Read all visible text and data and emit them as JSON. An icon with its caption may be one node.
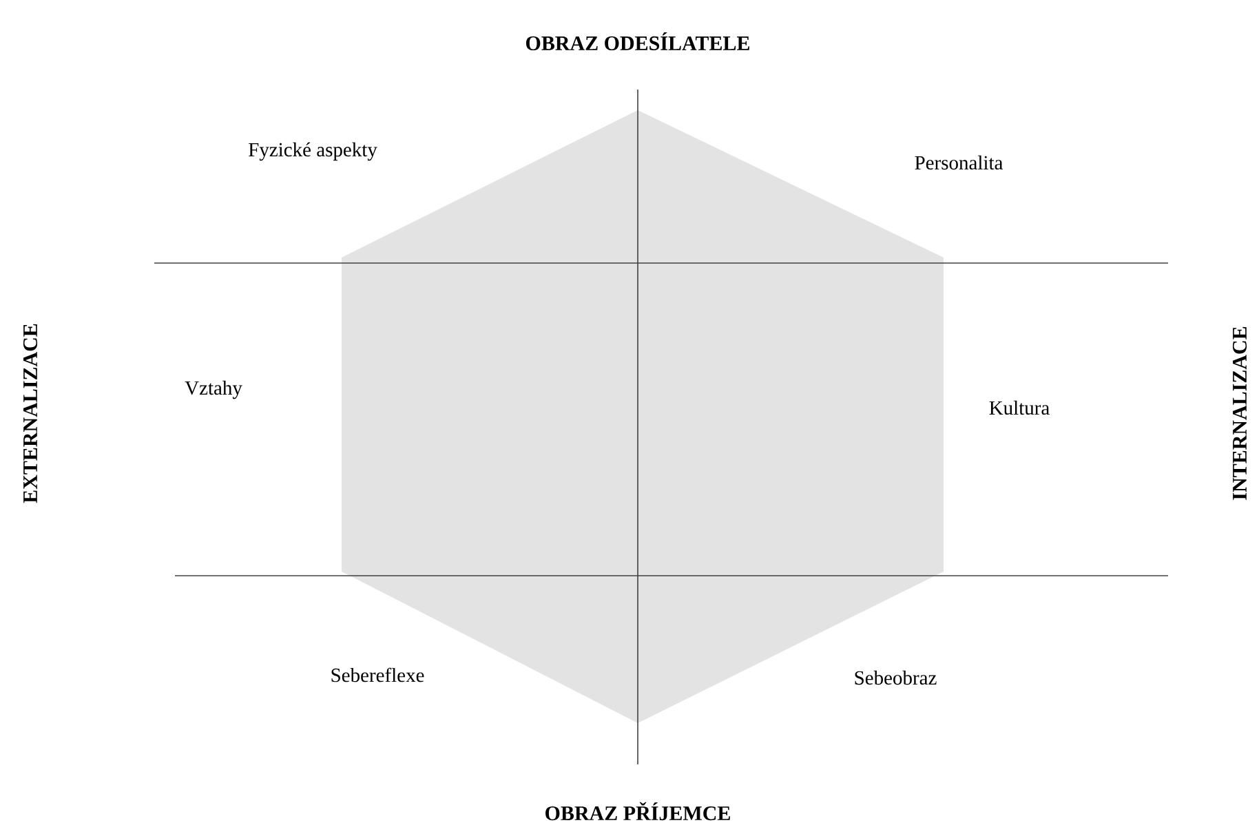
{
  "diagram": {
    "labels": [
      "OBRAZ ODESÍLATELE",
      "Fyzické aspekty",
      "Personalita",
      "EXTERNALIZACE",
      "Vztahy",
      "Kultura",
      "INTERNALIZACE",
      "Sebereflexe",
      "Sebeobraz",
      "OBRAZ PŘÍJEMCE"
    ]
  }
}
